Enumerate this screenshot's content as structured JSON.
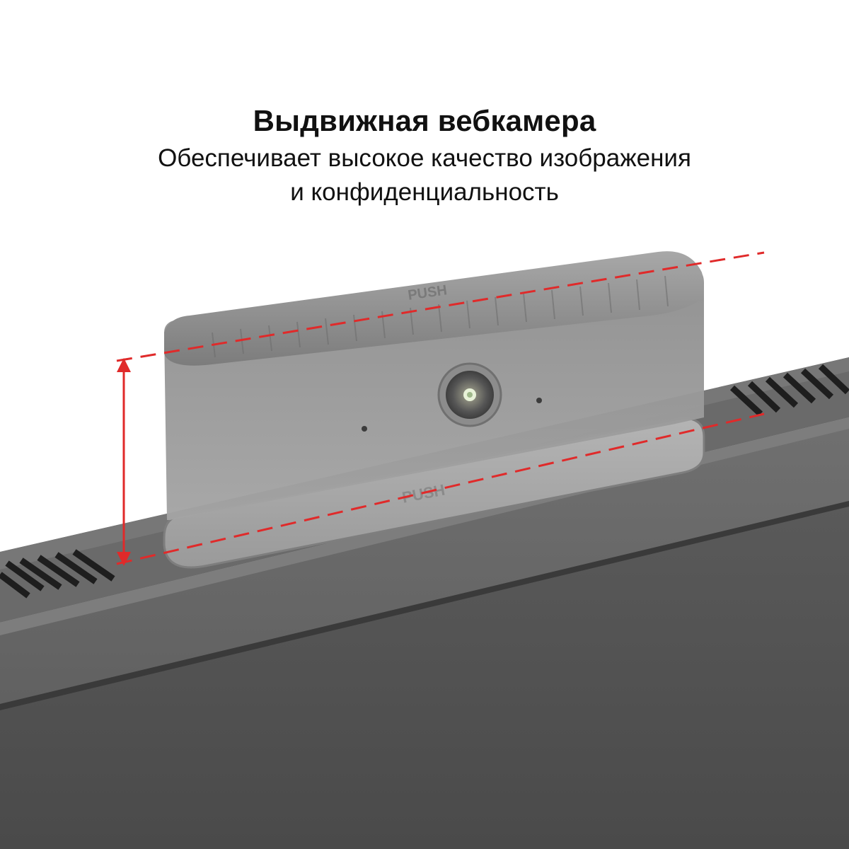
{
  "headline": {
    "title": "Выдвижная вебкамера",
    "subtitle_line1": "Обеспечивает высокое качество изображения",
    "subtitle_line2": "и конфиденциальность"
  },
  "camera": {
    "engraving_top": "PUSH",
    "engraving_front": "PUSH"
  },
  "colors": {
    "accent": "#e02a2a",
    "camera_body": "#9b9b9b",
    "monitor_frame": "#5e5e5e",
    "screen": "#525252"
  }
}
